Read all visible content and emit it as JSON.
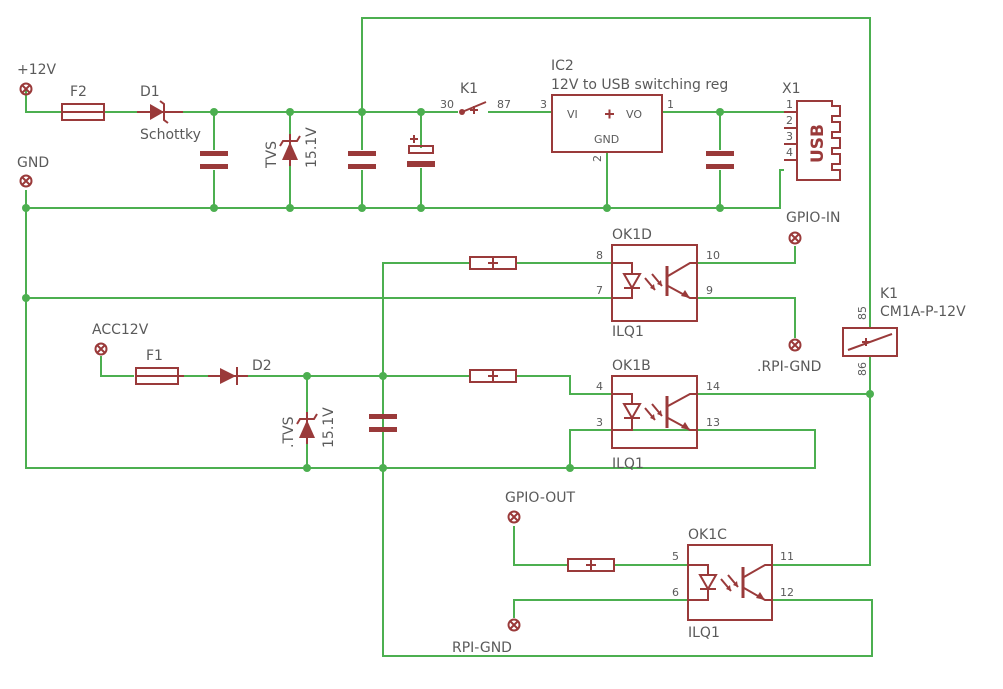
{
  "pins": {
    "v12": "+12V",
    "gnd": "GND",
    "acc12v": "ACC12V",
    "gpio_in": "GPIO-IN",
    "rpi_gnd_1": ".RPI-GND",
    "gpio_out": "GPIO-OUT",
    "rpi_gnd_2": "RPI-GND"
  },
  "parts": {
    "f2": "F2",
    "d1": "D1",
    "d1_value": "Schottky",
    "tvs1": "TVS",
    "tvs1_value": "15.1V",
    "k1_switch": "K1",
    "k1_pin30": "30",
    "k1_pin87": "87",
    "ic2": "IC2",
    "ic2_value": "12V to USB switching reg",
    "ic2_vi": "VI",
    "ic2_vo": "VO",
    "ic2_gnd": "GND",
    "ic2_pin1": "1",
    "ic2_pin2": "2",
    "ic2_pin3": "3",
    "x1": "X1",
    "x1_text": "USB",
    "x1_p1": "1",
    "x1_p2": "2",
    "x1_p3": "3",
    "x1_p4": "4",
    "ok1d": "OK1D",
    "ok1d_value": "ILQ1",
    "ok1d_p8": "8",
    "ok1d_p7": "7",
    "ok1d_p10": "10",
    "ok1d_p9": "9",
    "ok1b": "OK1B",
    "ok1b_value": "ILQ1",
    "ok1b_p4": "4",
    "ok1b_p3": "3",
    "ok1b_p14": "14",
    "ok1b_p13": "13",
    "ok1c": "OK1C",
    "ok1c_value": "ILQ1",
    "ok1c_p5": "5",
    "ok1c_p6": "6",
    "ok1c_p11": "11",
    "ok1c_p12": "12",
    "k1_coil": "K1",
    "k1_coil_value": "CM1A-P-12V",
    "k1_p85": "85",
    "k1_p86": "86",
    "f1": "F1",
    "d2": "D2",
    "tvs2": ".TVS",
    "tvs2_value": "15.1V"
  }
}
